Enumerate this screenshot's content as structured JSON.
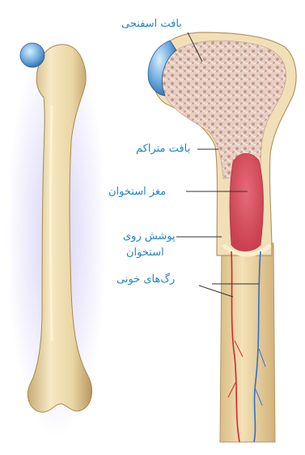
{
  "labels": {
    "spongy": "بافت اسفنجی",
    "compact": "بافت متراکم",
    "marrow": "مغز استخوان",
    "periosteum_line1": "پوشش روی",
    "periosteum_line2": "استخوان",
    "vessels": "رگ‌های خونی"
  },
  "colors": {
    "label_text": "#1f86c6",
    "leader_line": "#333333",
    "bone": "#e9d6a6",
    "spongy": "#c79a8c",
    "marrow": "#d9505f",
    "artery": "#d8262c",
    "vein": "#2f6fc9",
    "cartilage": "#6aa8dc",
    "glow": "#a9a6e8"
  }
}
